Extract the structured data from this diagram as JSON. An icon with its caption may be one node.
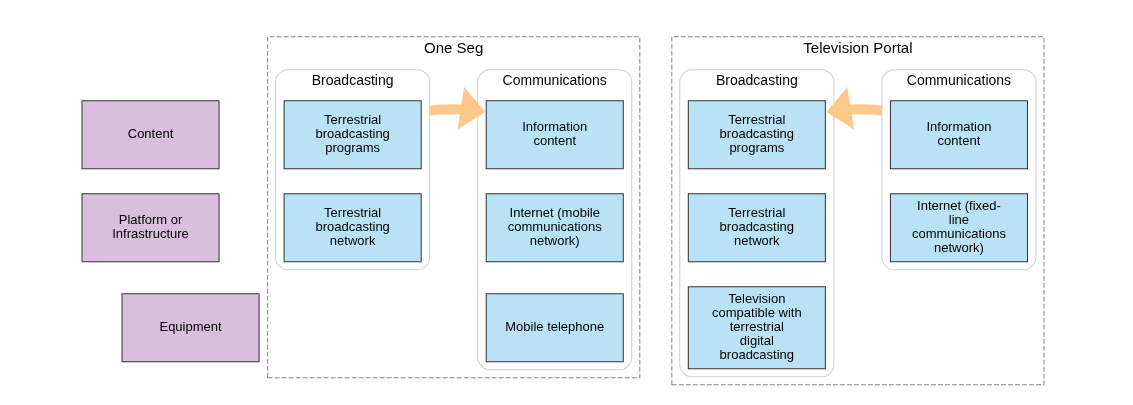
{
  "diagram": {
    "nodes": [
      {
        "text": [
          "Content"
        ]
      },
      {
        "text": [
          "Platform or Infrastructure"
        ]
      },
      {
        "text": [
          "Equipment"
        ]
      },
      {
        "text": [
          "One Seg"
        ]
      },
      {
        "text": [
          "Communications"
        ],
        "in": 3
      },
      {
        "text": [
          "Information content"
        ],
        "in": 4
      },
      {
        "text": [
          "Internet (mobile communications network)"
        ],
        "in": 4
      },
      {
        "text": [
          "Mobile telephone"
        ],
        "in": 4
      },
      {
        "text": [
          "Broadcasting"
        ],
        "in": 3
      },
      {
        "text": [
          "Terrestrial broadcasting programs"
        ],
        "in": 8
      },
      {
        "text": [
          "Terrestrial broadcasting network"
        ],
        "in": 8
      },
      {
        "text": [
          "Television Portal"
        ]
      },
      {
        "text": [
          "Communications"
        ],
        "in": 11
      },
      {
        "text": [
          "Information content"
        ],
        "in": 12
      },
      {
        "text": [
          "Internet (fixed-line communications network)"
        ],
        "in": 12
      },
      {
        "text": [
          "Broadcasting"
        ],
        "in": 11
      },
      {
        "text": [
          "Terrestrial broadcasting programs"
        ],
        "in": 15
      },
      {
        "text": [
          "Terrestrial broadcasting network"
        ],
        "in": 15
      },
      {
        "text": [
          "Television compatible with terrestrial digital broadcasting"
        ],
        "in": 15
      }
    ],
    "edges": [
      {
        "from": 8,
        "to": 4,
        "arrow": "to"
      },
      {
        "from": 12,
        "to": 15,
        "arrow": "to"
      }
    ]
  }
}
